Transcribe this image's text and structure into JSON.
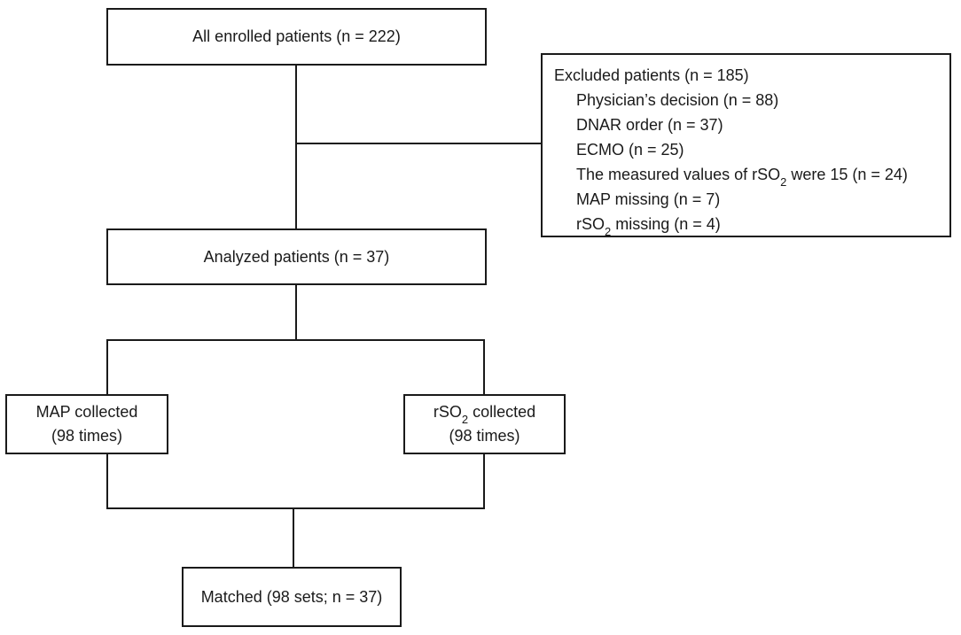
{
  "diagram": {
    "background": "#ffffff",
    "line_color": "#1a1a1a",
    "text_color": "#1a1a1a",
    "enrolled": {
      "label": "All enrolled patients (n = 222)"
    },
    "excluded": {
      "title": "Excluded patients (n = 185)",
      "items": [
        {
          "pre": "Physician’s decision (n = 88)",
          "sub": "",
          "post": ""
        },
        {
          "pre": "DNAR order (n = 37)",
          "sub": "",
          "post": ""
        },
        {
          "pre": "ECMO (n = 25)",
          "sub": "",
          "post": ""
        },
        {
          "pre": "The measured values of rSO",
          "sub": "2",
          "post": " were 15 (n = 24)"
        },
        {
          "pre": "MAP missing (n = 7)",
          "sub": "",
          "post": ""
        },
        {
          "pre": "rSO",
          "sub": "2",
          "post": " missing (n = 4)"
        }
      ]
    },
    "analyzed": {
      "label": "Analyzed patients (n = 37)"
    },
    "map_collected": {
      "line1": "MAP collected",
      "line2": "(98 times)"
    },
    "rso2_collected": {
      "line1_pre": "rSO",
      "line1_sub": "2",
      "line1_post": " collected",
      "line2": "(98 times)"
    },
    "matched": {
      "label": "Matched (98 sets; n = 37)"
    }
  }
}
